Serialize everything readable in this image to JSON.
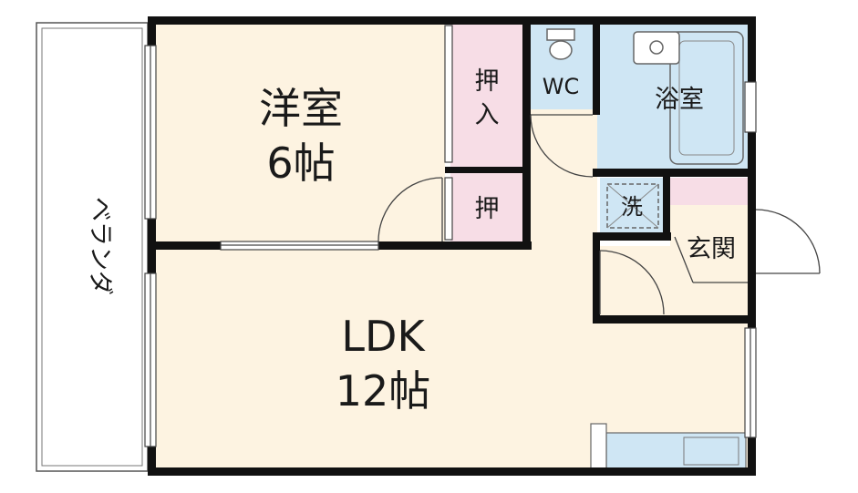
{
  "rooms": {
    "western": {
      "name": "洋室",
      "size": "6帖"
    },
    "ldk": {
      "name": "LDK",
      "size": "12帖"
    },
    "closet_upper": {
      "line1": "押",
      "line2": "入"
    },
    "closet_lower": {
      "label": "押"
    },
    "wc": {
      "label": "WC"
    },
    "bath": {
      "label": "浴室"
    },
    "washer": {
      "label": "洗"
    },
    "entrance": {
      "label": "玄関"
    },
    "veranda": {
      "label": "ベランダ"
    }
  },
  "colors": {
    "floor": "#fdf3e1",
    "closet": "#f7dde6",
    "wet_area": "#cfe6f4",
    "wall": "#111111",
    "veranda": "#ffffff"
  }
}
